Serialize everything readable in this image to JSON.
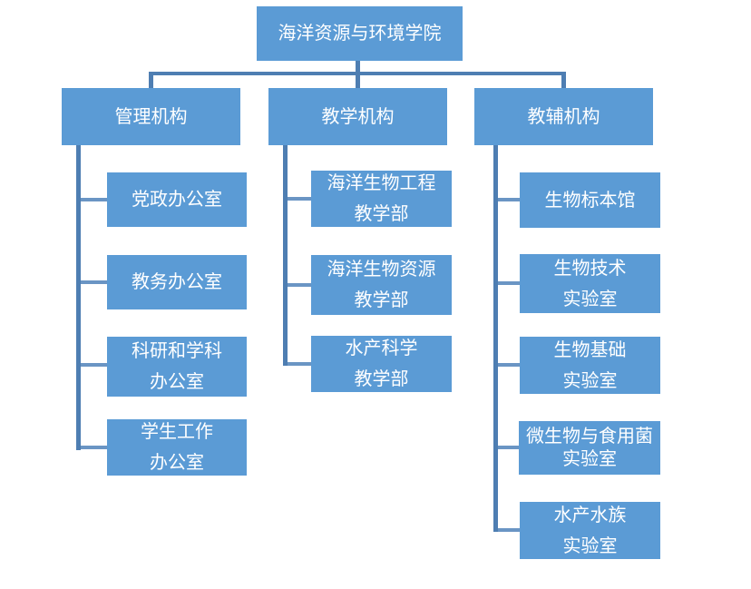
{
  "org": {
    "root": {
      "label": "海洋资源与环境学院"
    },
    "branches": [
      {
        "label": "管理机构",
        "children": [
          {
            "lines": [
              "党政办公室"
            ]
          },
          {
            "lines": [
              "教务办公室"
            ]
          },
          {
            "lines": [
              "科研和学科",
              "办公室"
            ]
          },
          {
            "lines": [
              "学生工作",
              "办公室"
            ]
          }
        ]
      },
      {
        "label": "教学机构",
        "children": [
          {
            "lines": [
              "海洋生物工程",
              "教学部"
            ]
          },
          {
            "lines": [
              "海洋生物资源",
              "教学部"
            ]
          },
          {
            "lines": [
              "水产科学",
              "教学部"
            ]
          }
        ]
      },
      {
        "label": "教辅机构",
        "children": [
          {
            "lines": [
              "生物标本馆"
            ]
          },
          {
            "lines": [
              "生物技术",
              "实验室"
            ]
          },
          {
            "lines": [
              "生物基础",
              "实验室"
            ]
          },
          {
            "lines": [
              "微生物与食用菌",
              "实验室"
            ]
          },
          {
            "lines": [
              "水产水族",
              "实验室"
            ]
          }
        ]
      }
    ],
    "colors": {
      "box_fill": "#5B9BD5",
      "box_text": "#FFFFFF",
      "connector": "#4E7EB2",
      "connector_stub": "#6A95C4"
    }
  }
}
